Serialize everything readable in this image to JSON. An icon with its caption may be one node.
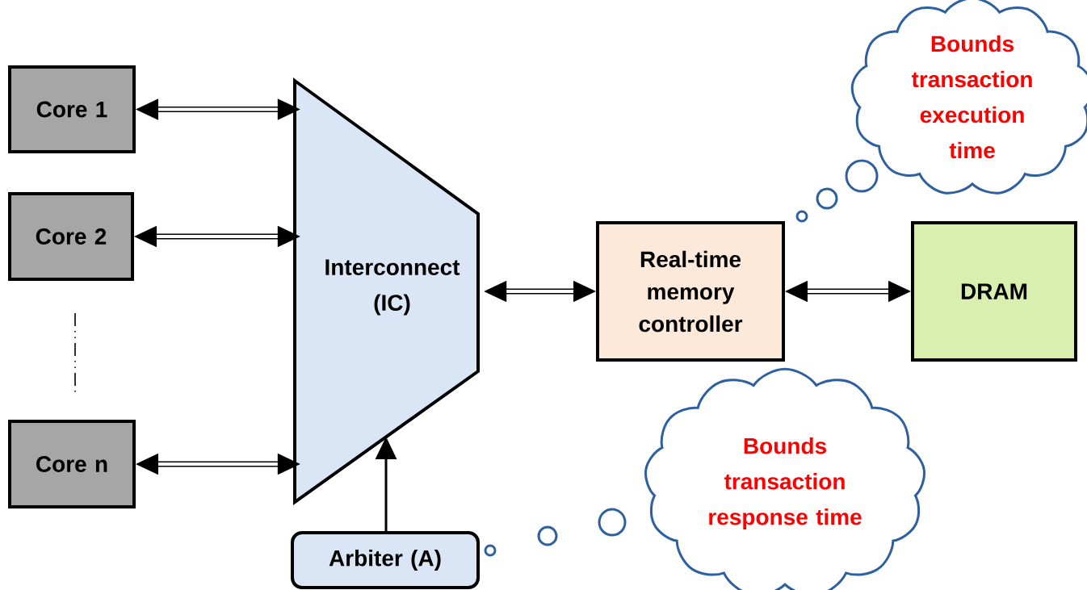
{
  "diagram": {
    "nodes": [
      {
        "text": [
          "Core 1"
        ]
      },
      {
        "text": [
          "Core 2"
        ]
      },
      {
        "text": [
          "Core n"
        ]
      },
      {
        "text": [
          "Interconnect (IC)"
        ]
      },
      {
        "text": [
          "Arbiter (A)"
        ]
      },
      {
        "text": [
          "Real-time memory controller"
        ]
      },
      {
        "text": [
          "DRAM"
        ]
      },
      {
        "text": [
          "Bounds transaction execution time"
        ]
      },
      {
        "text": [
          "Bounds transaction response time"
        ]
      }
    ],
    "edges": [
      {
        "from": 0,
        "to": 3,
        "arrow": "both"
      },
      {
        "from": 1,
        "to": 3,
        "arrow": "both"
      },
      {
        "from": 2,
        "to": 3,
        "arrow": "both"
      },
      {
        "from": 4,
        "to": 3,
        "arrow": "to"
      },
      {
        "from": 3,
        "to": 5,
        "arrow": "both"
      },
      {
        "from": 5,
        "to": 6,
        "arrow": "both"
      }
    ]
  }
}
